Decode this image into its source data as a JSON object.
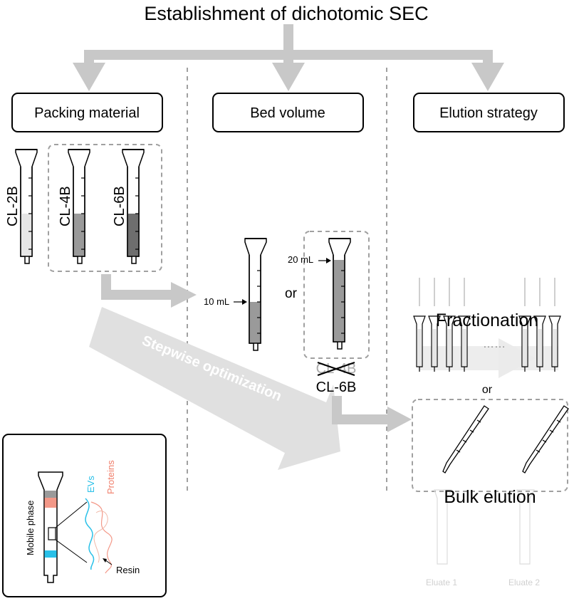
{
  "title": "Establishment of dichotomic SEC",
  "categories": {
    "packing": "Packing material",
    "bed": "Bed volume",
    "elution": "Elution strategy"
  },
  "packing_columns": [
    {
      "label": "CL-2B"
    },
    {
      "label": "CL-4B"
    },
    {
      "label": "CL-6B"
    }
  ],
  "bed_volume": {
    "small": "10 mL",
    "large": "20 mL",
    "or": "or",
    "crossed": "CL-4B",
    "resin": "CL-6B"
  },
  "stepwise": "Stepwise optimization",
  "elution": {
    "fractionation": "Fractionation",
    "dots": "……",
    "or": "or",
    "bulk": "Bulk elution",
    "eluate1": "Eluate 1",
    "eluate2": "Eluate 2"
  },
  "inset": {
    "mobile_phase": "Mobile phase",
    "evs": "EVs",
    "proteins": "Proteins",
    "resin": "Resin"
  },
  "colors": {
    "arrow_gray": "#c8c8c8",
    "light_gray": "#e0e0e0",
    "ev_blue": "#29c0e8",
    "protein_red": "#f07e6a",
    "dark_fill": "#6e6e6e",
    "mid_fill": "#9a9a9a",
    "pale_fill": "#e6e6e6"
  }
}
